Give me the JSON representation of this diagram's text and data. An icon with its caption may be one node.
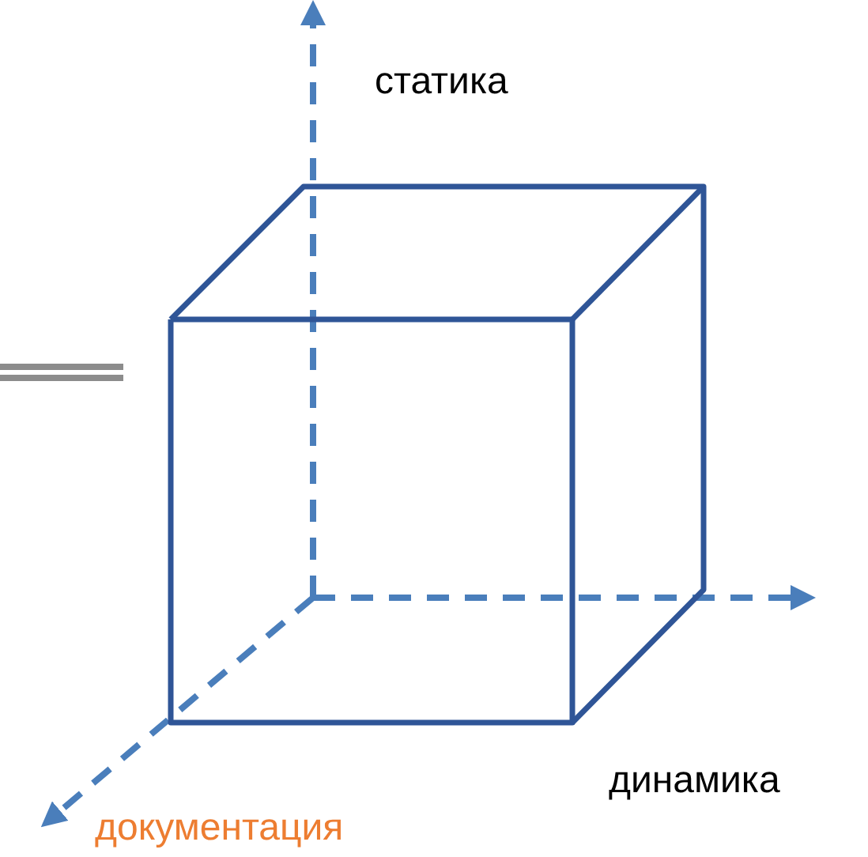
{
  "diagram": {
    "labels": [
      "статика",
      "динамика",
      "документация"
    ]
  }
}
